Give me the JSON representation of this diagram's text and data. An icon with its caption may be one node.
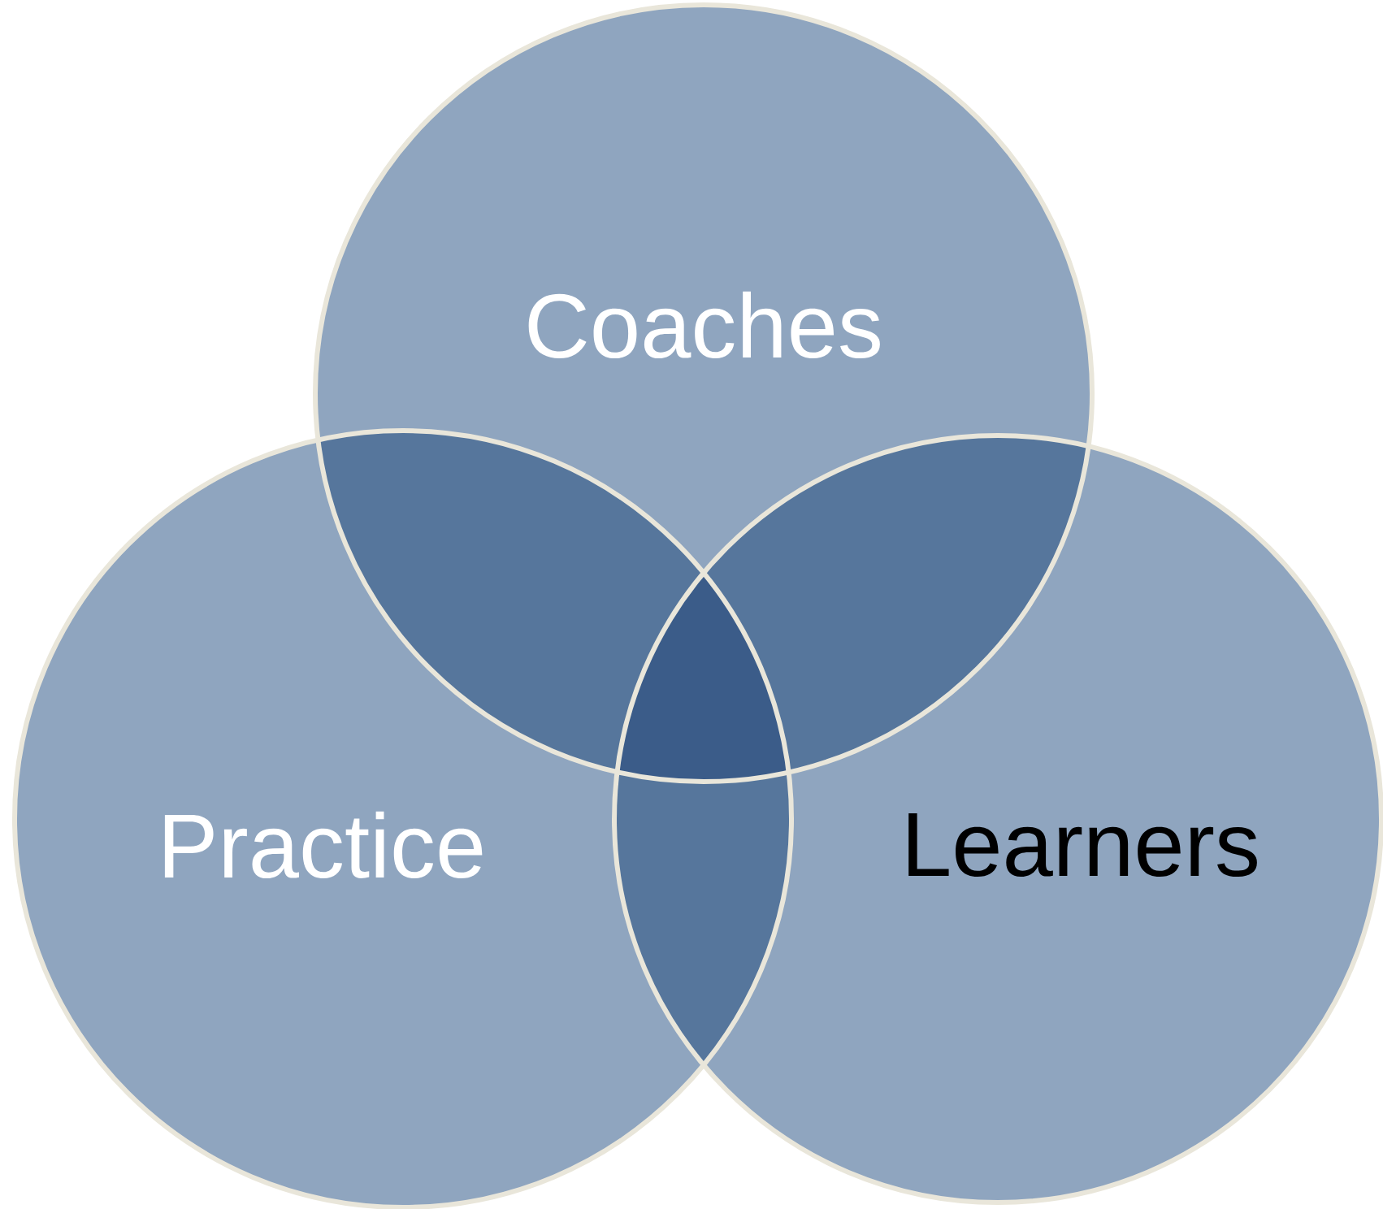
{
  "diagram": {
    "nodes": [
      {
        "text": [
          "Coaches"
        ]
      },
      {
        "text": [
          "Practice"
        ]
      },
      {
        "text": [
          "Learners"
        ]
      }
    ]
  }
}
